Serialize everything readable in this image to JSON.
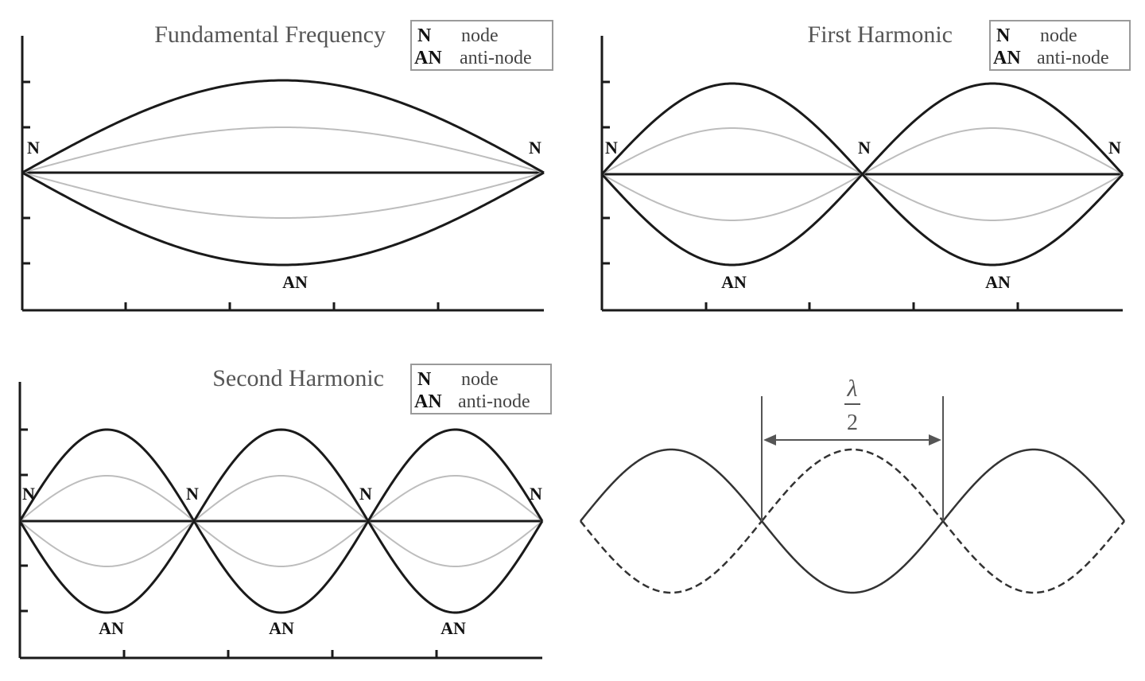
{
  "panels": {
    "fundamental": {
      "title": "Fundamental Frequency",
      "legend": [
        {
          "symbol": "N",
          "text": "node"
        },
        {
          "symbol": "AN",
          "text": "anti-node"
        }
      ],
      "node_label": "N",
      "antinode_label": "AN"
    },
    "first": {
      "title": "First Harmonic",
      "legend": [
        {
          "symbol": "N",
          "text": "node"
        },
        {
          "symbol": "AN",
          "text": "anti-node"
        }
      ],
      "node_label": "N",
      "antinode_label": "AN"
    },
    "second": {
      "title": "Second Harmonic",
      "legend": [
        {
          "symbol": "N",
          "text": "node"
        },
        {
          "symbol": "AN",
          "text": "anti-node"
        }
      ],
      "node_label": "N",
      "antinode_label": "AN"
    },
    "wavelength": {
      "numerator": "λ",
      "denominator": "2"
    }
  },
  "colors": {
    "curve_outer": "#1a1a1a",
    "curve_inner": "#bdbdbd",
    "axis": "#1a1a1a",
    "legend_border": "#9a9a9a"
  }
}
